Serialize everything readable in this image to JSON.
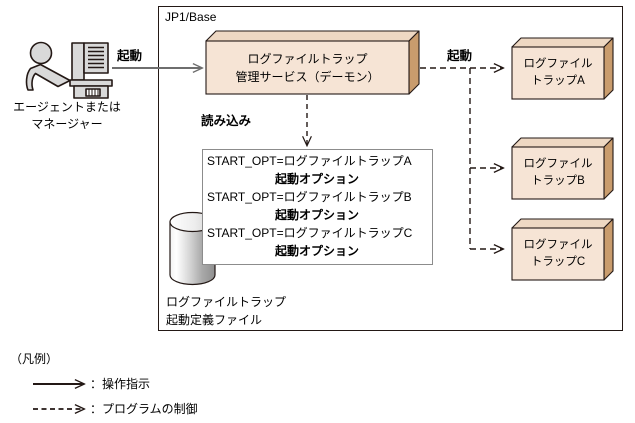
{
  "diagram": {
    "container": {
      "title": "JP1/Base"
    },
    "actor": {
      "icon": "person-at-computer-icon",
      "label_line1": "エージェントまたは",
      "label_line2": "マネージャー"
    },
    "arrows": {
      "start_left": "起動",
      "start_right": "起動",
      "read": "読み込み"
    },
    "service_box": {
      "line1": "ログファイルトラップ",
      "line2": "管理サービス（デーモン）"
    },
    "traps": [
      {
        "line1": "ログファイル",
        "line2": "トラップA"
      },
      {
        "line1": "ログファイル",
        "line2": "トラップB"
      },
      {
        "line1": "ログファイル",
        "line2": "トラップC"
      }
    ],
    "config_file": {
      "lines": [
        {
          "text": "START_OPT=ログファイルトラップA",
          "bold": false
        },
        {
          "text": "起動オプション",
          "bold": true
        },
        {
          "text": "START_OPT=ログファイルトラップB",
          "bold": false
        },
        {
          "text": "起動オプション",
          "bold": true
        },
        {
          "text": "START_OPT=ログファイルトラップC",
          "bold": false
        },
        {
          "text": "起動オプション",
          "bold": true
        }
      ],
      "line_1": "START_OPT=ログファイルトラップA",
      "line_2": "起動オプション",
      "line_3": "START_OPT=ログファイルトラップB",
      "line_4": "起動オプション",
      "line_5": "START_OPT=ログファイルトラップC",
      "line_6": "起動オプション"
    },
    "db_caption": {
      "line1": "ログファイルトラップ",
      "line2": "起動定義ファイル"
    },
    "legend": {
      "heading": "（凡例）",
      "items": [
        {
          "style": "solid-arrow",
          "label": "：操作指示"
        },
        {
          "style": "dashed-arrow",
          "label": "：プログラムの制御"
        }
      ],
      "item_1": "：操作指示",
      "item_2": "：プログラムの制御"
    },
    "colors": {
      "box_front": "#f6e4d5",
      "box_side": "#c99c6d",
      "box_top": "#eed8c3",
      "box_stroke": "#231815",
      "container_stroke": "#231815",
      "solid_arrow": "#6e6e6e",
      "dashed_arrow": "#231815",
      "cylinder_light": "#ffffff",
      "cylinder_dark": "#9e9e9e",
      "icon_fill": "#d9d9d9",
      "icon_stroke": "#231815"
    }
  }
}
